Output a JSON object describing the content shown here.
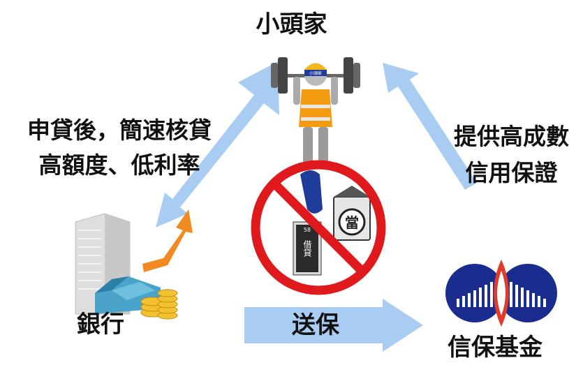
{
  "nodes": {
    "borrower": {
      "label": "小頭家"
    },
    "bank": {
      "label": "銀行"
    },
    "fund": {
      "label": "信保基金"
    }
  },
  "edges": {
    "bank_borrower": {
      "lines": [
        "申貸後，簡速核貸",
        "高額度、低利率"
      ]
    },
    "fund_borrower": {
      "lines": [
        "提供高成數",
        "信用保證"
      ]
    },
    "bank_fund": {
      "label": "送保"
    }
  },
  "prohibited": {
    "tag_loan": "借貸",
    "tag_pawn": "當",
    "tag_small": "58"
  },
  "weightlifter": {
    "headband": "小頭家"
  },
  "colors": {
    "arrow": "#a9cdf2",
    "prohibit": "#e0191d",
    "fund_blue": "#1a2d8f",
    "fund_red": "#e23b2e"
  }
}
